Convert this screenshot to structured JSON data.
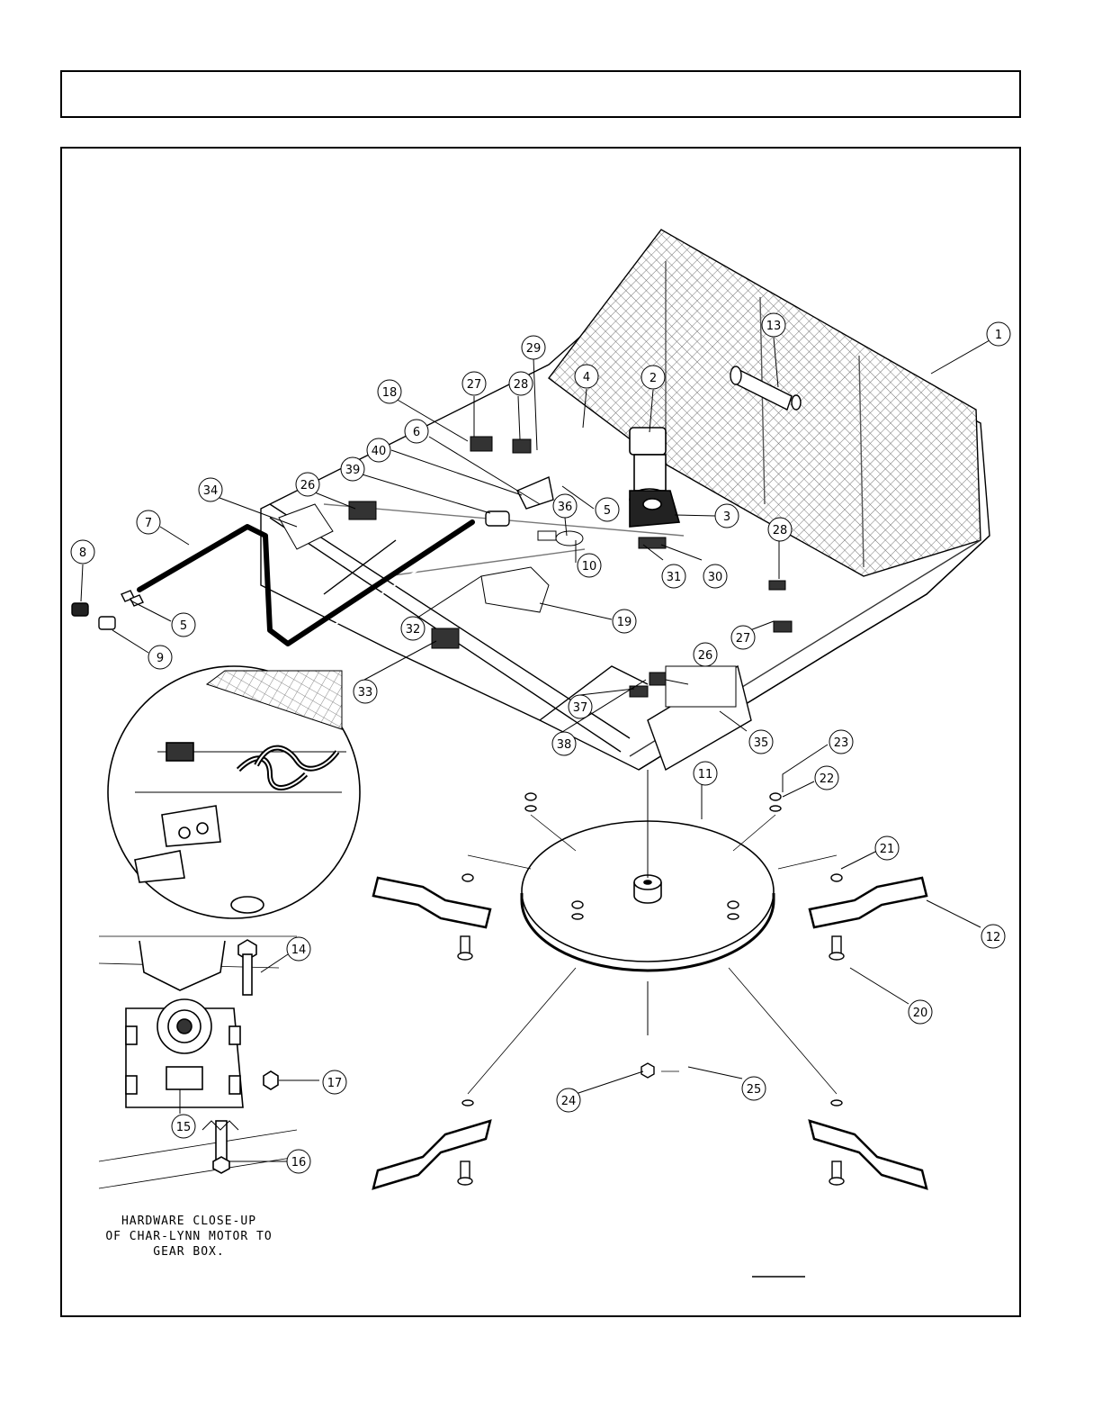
{
  "caption": {
    "line1": "HARDWARE CLOSE-UP",
    "line2": "OF CHAR-LYNN MOTOR TO",
    "line3": "GEAR BOX."
  },
  "callouts": [
    {
      "id": "1",
      "label": "1"
    },
    {
      "id": "2",
      "label": "2"
    },
    {
      "id": "3",
      "label": "3"
    },
    {
      "id": "4",
      "label": "4"
    },
    {
      "id": "5a",
      "label": "5"
    },
    {
      "id": "5b",
      "label": "5"
    },
    {
      "id": "6",
      "label": "6"
    },
    {
      "id": "7",
      "label": "7"
    },
    {
      "id": "8",
      "label": "8"
    },
    {
      "id": "9",
      "label": "9"
    },
    {
      "id": "10",
      "label": "10"
    },
    {
      "id": "11",
      "label": "11"
    },
    {
      "id": "12",
      "label": "12"
    },
    {
      "id": "13",
      "label": "13"
    },
    {
      "id": "14",
      "label": "14"
    },
    {
      "id": "15",
      "label": "15"
    },
    {
      "id": "16",
      "label": "16"
    },
    {
      "id": "17",
      "label": "17"
    },
    {
      "id": "18",
      "label": "18"
    },
    {
      "id": "19",
      "label": "19"
    },
    {
      "id": "20",
      "label": "20"
    },
    {
      "id": "21",
      "label": "21"
    },
    {
      "id": "22",
      "label": "22"
    },
    {
      "id": "23",
      "label": "23"
    },
    {
      "id": "24",
      "label": "24"
    },
    {
      "id": "25",
      "label": "25"
    },
    {
      "id": "26a",
      "label": "26"
    },
    {
      "id": "26b",
      "label": "26"
    },
    {
      "id": "27a",
      "label": "27"
    },
    {
      "id": "27b",
      "label": "27"
    },
    {
      "id": "28a",
      "label": "28"
    },
    {
      "id": "28b",
      "label": "28"
    },
    {
      "id": "29",
      "label": "29"
    },
    {
      "id": "30",
      "label": "30"
    },
    {
      "id": "31",
      "label": "31"
    },
    {
      "id": "32",
      "label": "32"
    },
    {
      "id": "33",
      "label": "33"
    },
    {
      "id": "34",
      "label": "34"
    },
    {
      "id": "35",
      "label": "35"
    },
    {
      "id": "36",
      "label": "36"
    },
    {
      "id": "37",
      "label": "37"
    },
    {
      "id": "38",
      "label": "38"
    },
    {
      "id": "39",
      "label": "39"
    },
    {
      "id": "40",
      "label": "40"
    }
  ]
}
